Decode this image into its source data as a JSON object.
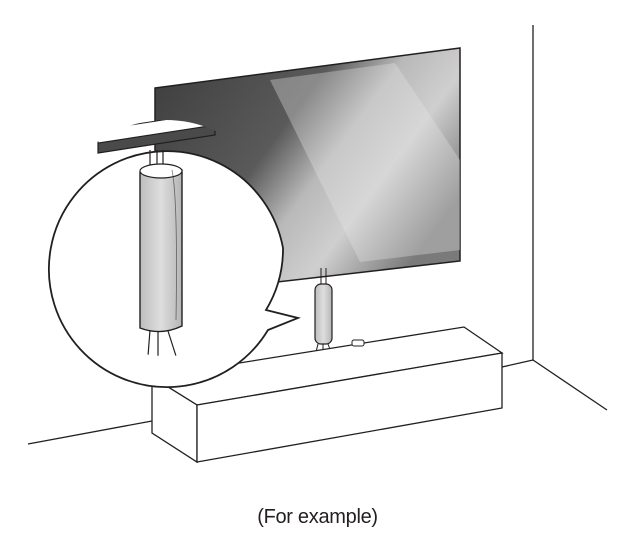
{
  "caption": "(For example)",
  "colors": {
    "line": "#231f20",
    "tv_screen_dark": "#3a3a3a",
    "tv_screen_light": "#d9d9d9",
    "cable_cover_fill": "#d0d0d0",
    "background": "#ffffff"
  },
  "scene": {
    "objects": [
      "wall-corner",
      "floor",
      "tv-panel",
      "tv-stand-cabinet",
      "cable-cover",
      "magnified-callout"
    ]
  }
}
